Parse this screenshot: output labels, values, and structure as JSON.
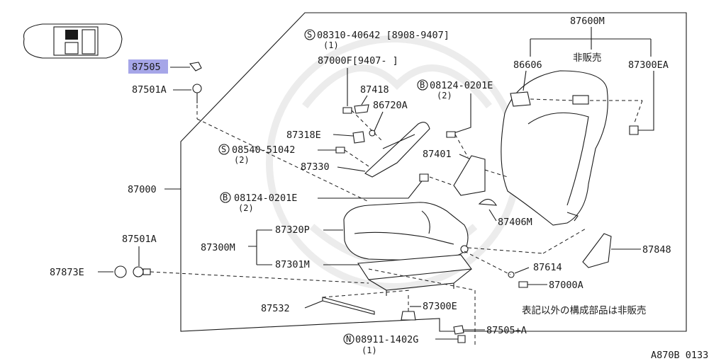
{
  "diagram_code": "A870B 0133",
  "callouts": {
    "p87505": "87505",
    "p87501A_top": "87501A",
    "p87000": "87000",
    "p87501A_left": "87501A",
    "p87873E": "87873E",
    "p87532": "87532",
    "p87300M": "87300M",
    "p87320P": "87320P",
    "p87301M": "87301M",
    "p87300E": "87300E",
    "p87505A": "87505+A",
    "n08911": "08911-1402G",
    "n08911_qty": "(1)",
    "s08310": "08310-40642 [8908-9407]",
    "s08310_qty": "(1)",
    "p87000F": "87000F[9407-     ]",
    "p87418": "87418",
    "p86720A": "86720A",
    "p87318E": "87318E",
    "s08540": "08540-51042",
    "s08540_qty": "(2)",
    "p87330": "87330",
    "b08124_top": "08124-0201E",
    "b08124_top_qty": "(2)",
    "p87401": "87401",
    "b08124_mid": "08124-0201E",
    "b08124_mid_qty": "(2)",
    "p87406M": "87406M",
    "p87600M": "87600M",
    "p86606": "86606",
    "not_sold": "非販売",
    "p87300EA": "87300EA",
    "p87848": "87848",
    "p87614": "87614",
    "p87000A": "87000A",
    "note": "表記以外の構成部品は非販売"
  },
  "prefix_marks": {
    "s": "S",
    "b": "B",
    "n": "N"
  }
}
